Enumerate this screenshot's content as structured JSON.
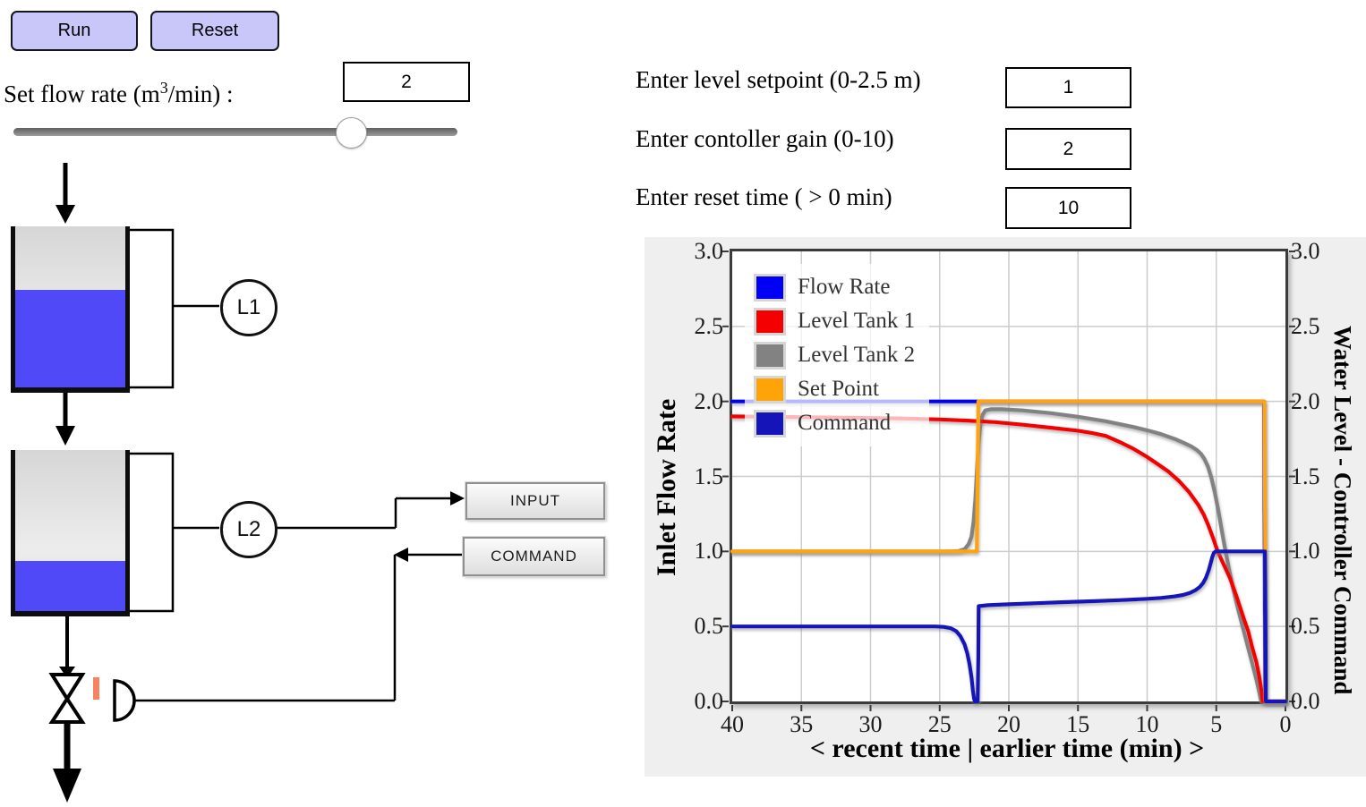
{
  "controls": {
    "run_label": "Run",
    "reset_label": "Reset",
    "flow_label_pre": "Set flow rate (m",
    "flow_label_sup": "3",
    "flow_label_post": "/min) :",
    "flow_value": "2",
    "slider_percent": 76
  },
  "diagram": {
    "sensor1_label": "L1",
    "sensor2_label": "L2",
    "input_box_label": "INPUT",
    "command_box_label": "COMMAND",
    "tank1_fill_percent": 62,
    "tank2_fill_percent": 32,
    "water_color": "#4f49f8",
    "valve_indicator_color": "#f8845f"
  },
  "parameters": [
    {
      "label": "Enter level setpoint (0-2.5 m)",
      "value": "1"
    },
    {
      "label": "Enter contoller gain (0-10)",
      "value": "2"
    },
    {
      "label": "Enter reset time ( > 0 min)",
      "value": "10"
    }
  ],
  "chart_data": {
    "type": "line",
    "xlabel": "< recent time | earlier time (min) >",
    "ylabel_left": "Inlet Flow Rate",
    "ylabel_right": "Water Level - Controller Command",
    "x_axis": {
      "min": 0,
      "max": 40,
      "reversed": true,
      "ticks": [
        40,
        35,
        30,
        25,
        20,
        15,
        10,
        5,
        0
      ]
    },
    "y_axis": {
      "min": 0,
      "max": 3,
      "ticks": [
        3.0,
        2.5,
        2.0,
        1.5,
        1.0,
        0.5,
        0.0
      ]
    },
    "grid": true,
    "legend_position": "upper left",
    "background": "#efefef",
    "plot_background": "#ffffff",
    "grid_color": "#cccccc",
    "frame_color": "#3b3b3b",
    "series": [
      {
        "name": "Flow Rate",
        "color": "#0000f5",
        "points": [
          [
            40,
            2
          ],
          [
            1.55,
            2
          ],
          [
            1.5,
            1
          ],
          [
            1.47,
            0
          ],
          [
            0,
            0
          ]
        ]
      },
      {
        "name": "Level Tank 1",
        "color": "#f40000",
        "points": [
          [
            40,
            1.9
          ],
          [
            33,
            1.893
          ],
          [
            28,
            1.887
          ],
          [
            25,
            1.88
          ],
          [
            23,
            1.872
          ],
          [
            21,
            1.862
          ],
          [
            19,
            1.845
          ],
          [
            17,
            1.825
          ],
          [
            15,
            1.805
          ],
          [
            14,
            1.79
          ],
          [
            13,
            1.77
          ],
          [
            12,
            1.73
          ],
          [
            11,
            1.685
          ],
          [
            10,
            1.63
          ],
          [
            9.2,
            1.58
          ],
          [
            8.5,
            1.535
          ],
          [
            7.7,
            1.47
          ],
          [
            7,
            1.4
          ],
          [
            6.3,
            1.31
          ],
          [
            5.9,
            1.245
          ],
          [
            5.6,
            1.18
          ],
          [
            5.2,
            1.08
          ],
          [
            4.9,
            1.0
          ],
          [
            4.5,
            0.92
          ],
          [
            4,
            0.82
          ],
          [
            3.5,
            0.69
          ],
          [
            3,
            0.55
          ],
          [
            2.7,
            0.47
          ],
          [
            2.4,
            0.36
          ],
          [
            2.1,
            0.26
          ],
          [
            1.9,
            0.17
          ],
          [
            1.75,
            0.08
          ],
          [
            1.65,
            0
          ],
          [
            0,
            0
          ]
        ]
      },
      {
        "name": "Level Tank 2",
        "color": "#828282",
        "points": [
          [
            40,
            1
          ],
          [
            24.2,
            1
          ],
          [
            23.6,
            1.003
          ],
          [
            23.2,
            1.015
          ],
          [
            22.9,
            1.05
          ],
          [
            22.7,
            1.1
          ],
          [
            22.55,
            1.2
          ],
          [
            22.42,
            1.35
          ],
          [
            22.3,
            1.55
          ],
          [
            22.18,
            1.73
          ],
          [
            22.05,
            1.85
          ],
          [
            21.9,
            1.91
          ],
          [
            21.7,
            1.94
          ],
          [
            21.3,
            1.948
          ],
          [
            20.5,
            1.948
          ],
          [
            19,
            1.94
          ],
          [
            17,
            1.922
          ],
          [
            15,
            1.898
          ],
          [
            13,
            1.868
          ],
          [
            11,
            1.83
          ],
          [
            10,
            1.808
          ],
          [
            9,
            1.782
          ],
          [
            8,
            1.75
          ],
          [
            7.3,
            1.722
          ],
          [
            6.8,
            1.7
          ],
          [
            6.4,
            1.676
          ],
          [
            6.1,
            1.65
          ],
          [
            5.85,
            1.615
          ],
          [
            5.6,
            1.565
          ],
          [
            5.35,
            1.49
          ],
          [
            5.1,
            1.39
          ],
          [
            4.85,
            1.27
          ],
          [
            4.6,
            1.14
          ],
          [
            4.35,
            1.01
          ],
          [
            4.1,
            0.89
          ],
          [
            3.8,
            0.76
          ],
          [
            3.5,
            0.645
          ],
          [
            3.2,
            0.535
          ],
          [
            2.9,
            0.43
          ],
          [
            2.6,
            0.325
          ],
          [
            2.35,
            0.235
          ],
          [
            2.1,
            0.145
          ],
          [
            1.9,
            0.065
          ],
          [
            1.78,
            0.01
          ],
          [
            1.7,
            0
          ],
          [
            0,
            0
          ]
        ]
      },
      {
        "name": "Set Point",
        "color": "#ffa408",
        "points": [
          [
            40,
            1
          ],
          [
            22.32,
            1
          ],
          [
            22.26,
            1.5
          ],
          [
            22.2,
            2
          ],
          [
            1.52,
            2
          ],
          [
            1.46,
            1
          ],
          [
            1.43,
            0
          ],
          [
            0,
            0
          ]
        ]
      },
      {
        "name": "Command",
        "color": "#1414b8",
        "points": [
          [
            40,
            0.5
          ],
          [
            25.3,
            0.5
          ],
          [
            24.7,
            0.497
          ],
          [
            24.2,
            0.488
          ],
          [
            23.8,
            0.468
          ],
          [
            23.5,
            0.435
          ],
          [
            23.2,
            0.38
          ],
          [
            23.0,
            0.32
          ],
          [
            22.85,
            0.25
          ],
          [
            22.7,
            0.16
          ],
          [
            22.6,
            0.075
          ],
          [
            22.52,
            0.02
          ],
          [
            22.45,
            0
          ],
          [
            22.25,
            0
          ],
          [
            22.21,
            0.3
          ],
          [
            22.18,
            0.635
          ],
          [
            21.5,
            0.642
          ],
          [
            20,
            0.648
          ],
          [
            18,
            0.655
          ],
          [
            16,
            0.662
          ],
          [
            14,
            0.668
          ],
          [
            12,
            0.675
          ],
          [
            10,
            0.684
          ],
          [
            9,
            0.69
          ],
          [
            8,
            0.7
          ],
          [
            7.4,
            0.71
          ],
          [
            6.9,
            0.724
          ],
          [
            6.5,
            0.742
          ],
          [
            6.2,
            0.762
          ],
          [
            5.95,
            0.79
          ],
          [
            5.75,
            0.825
          ],
          [
            5.55,
            0.875
          ],
          [
            5.4,
            0.925
          ],
          [
            5.28,
            0.965
          ],
          [
            5.18,
            0.99
          ],
          [
            5.05,
            1.0
          ],
          [
            1.48,
            1.0
          ],
          [
            1.44,
            0.5
          ],
          [
            1.42,
            0
          ],
          [
            0,
            0
          ]
        ]
      }
    ]
  }
}
